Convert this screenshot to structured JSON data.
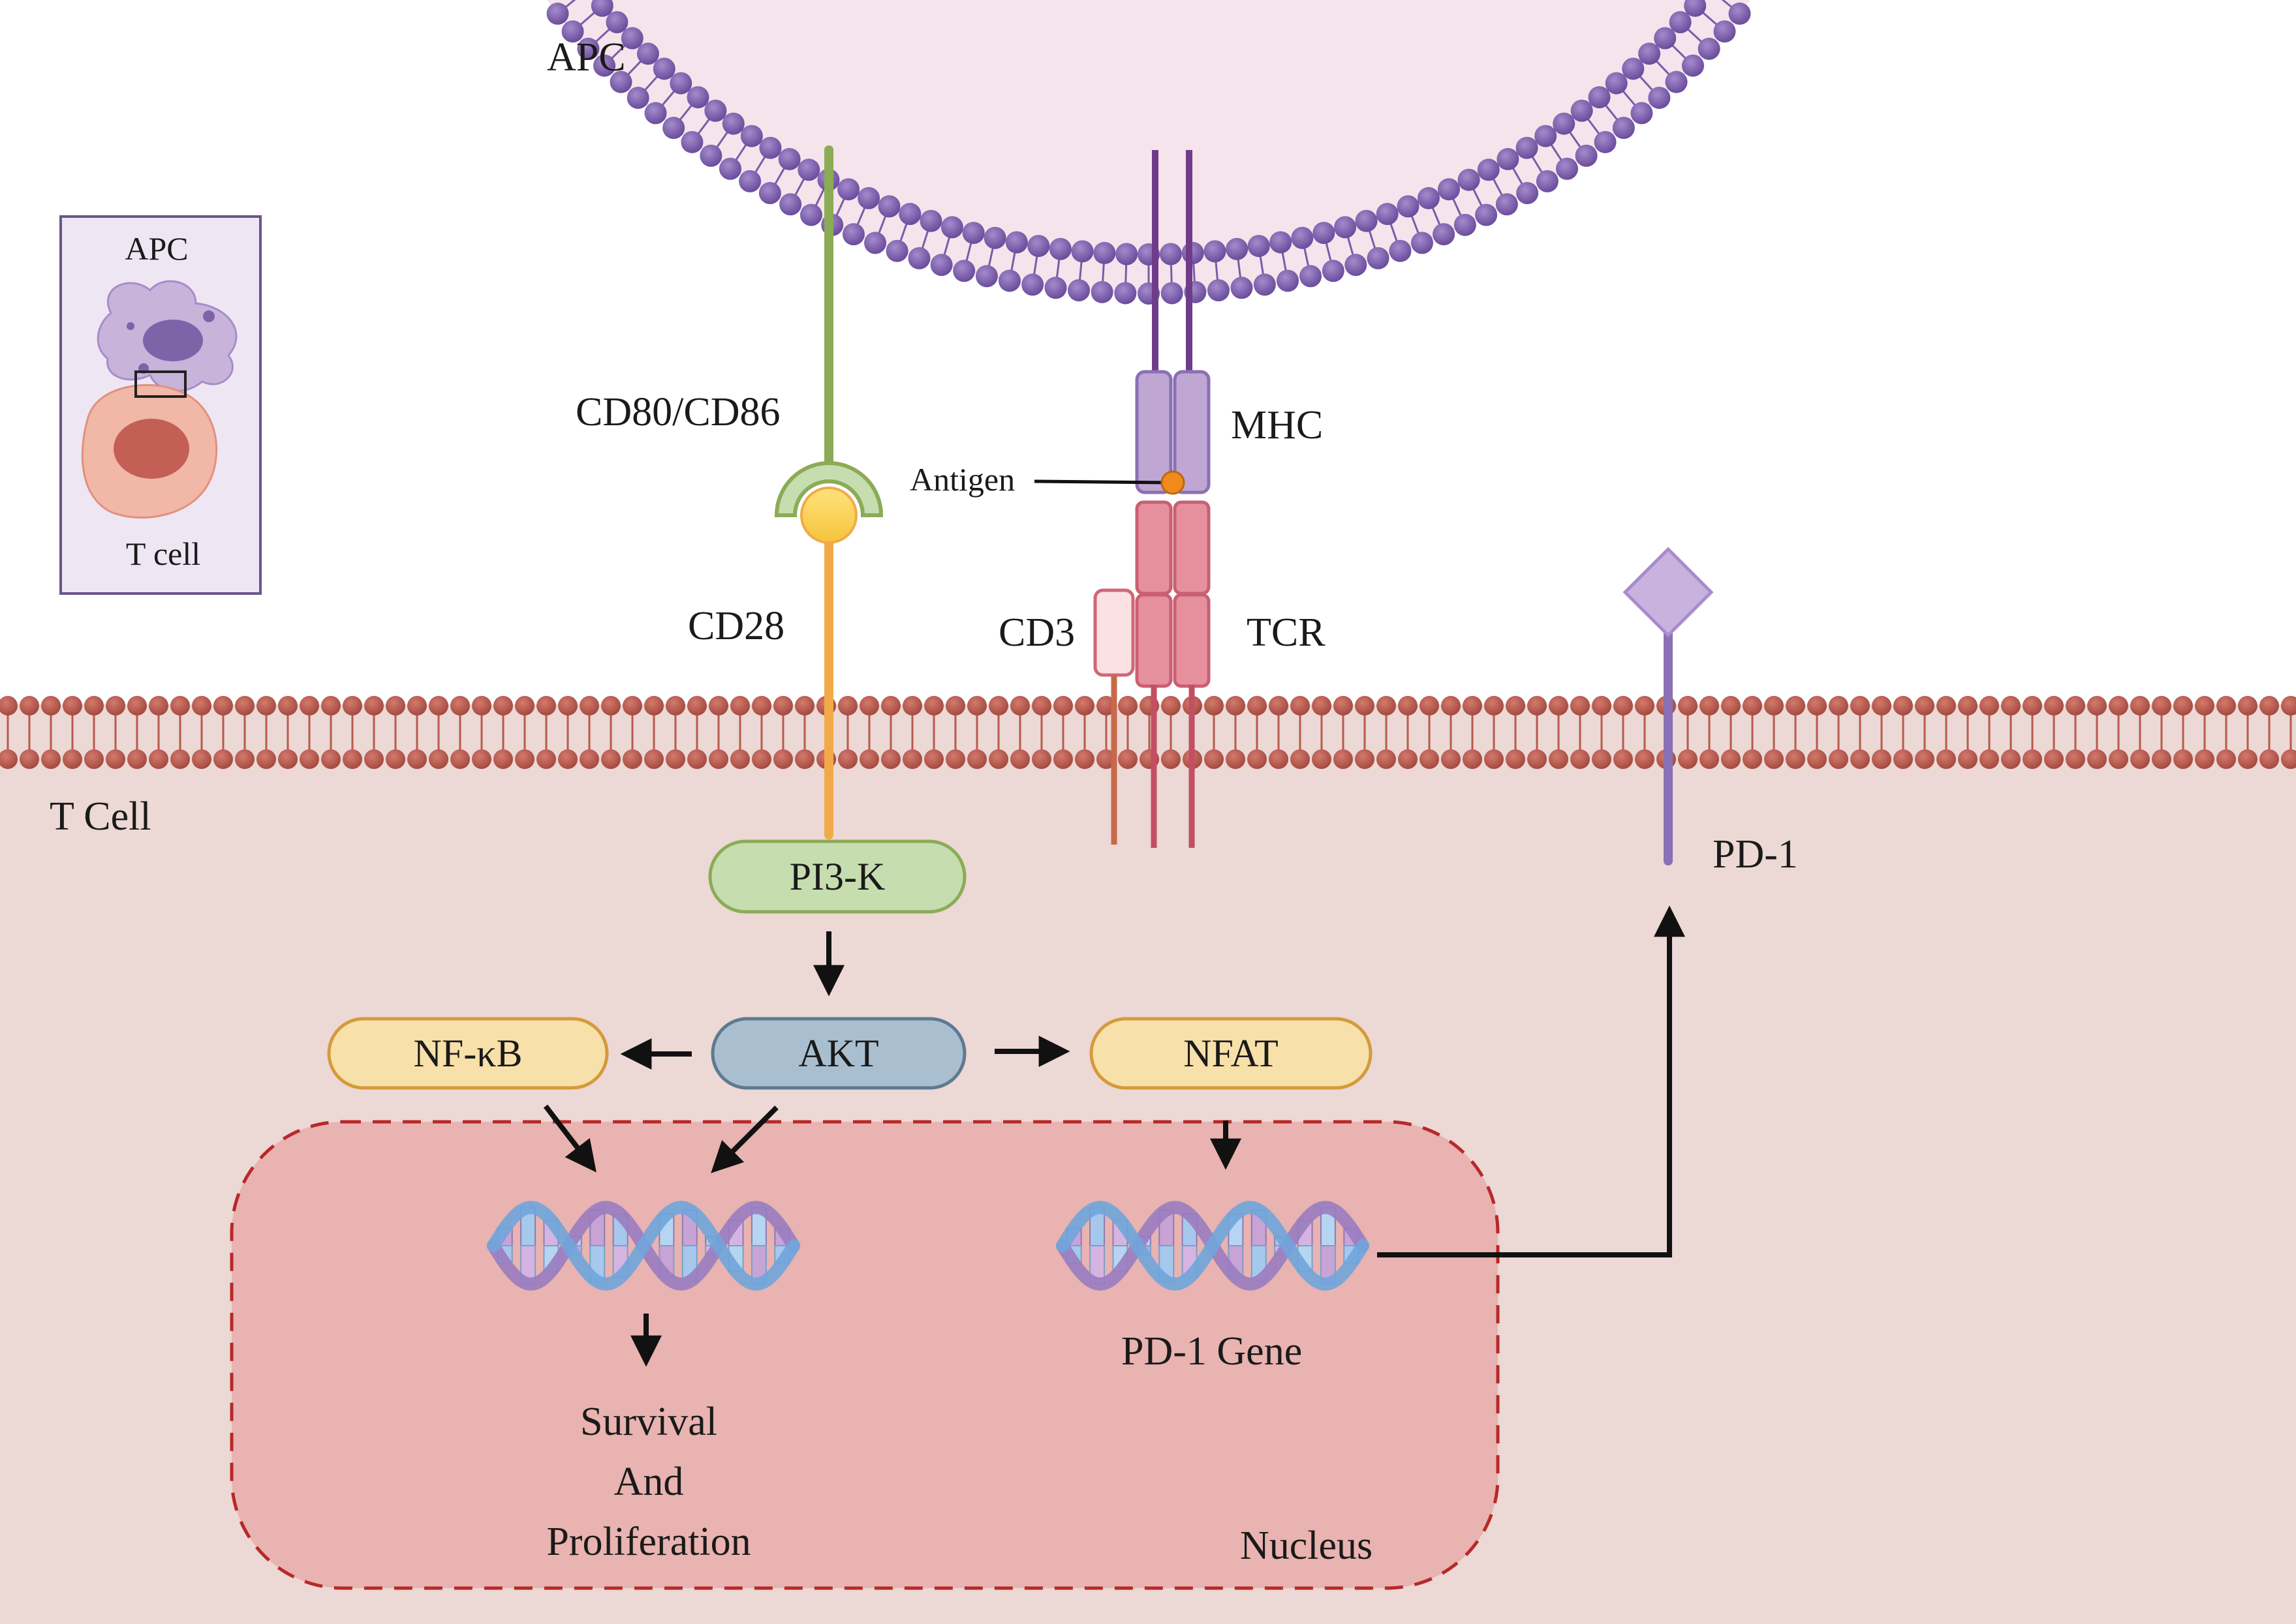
{
  "labels": {
    "apc_top": "APC",
    "t_cell": "T Cell",
    "cd80_cd86": "CD80/CD86",
    "cd28": "CD28",
    "mhc": "MHC",
    "antigen": "Antigen",
    "cd3": "CD3",
    "tcr": "TCR",
    "pd1": "PD-1",
    "pd1_gene": "PD-1 Gene",
    "nucleus": "Nucleus",
    "outcome_line1": "Survival",
    "outcome_line2": "And",
    "outcome_line3": "Proliferation"
  },
  "nodes": {
    "pi3k": "PI3-K",
    "akt": "AKT",
    "nfkb": "NF-κB",
    "nfat": "NFAT"
  },
  "inset": {
    "apc_label": "APC",
    "tcell_label": "T cell"
  },
  "colors": {
    "apc_fill": "#f5e4ec",
    "apc_lipid": "#7b5ba8",
    "tcell_fill": "#ecd8d4",
    "tcell_lipid": "#b85a4e",
    "nucleus_fill": "#e8b3b0",
    "nucleus_border": "#b8282a",
    "pi3k_fill": "#c6ddb0",
    "akt_fill": "#a9bfcf",
    "nf_fill": "#f7e0a9",
    "cd80_green": "#8cab55",
    "cd28_orange": "#f2aa48",
    "mhc_purple": "#c0a6d2",
    "tcr_pink": "#e6909e",
    "pd1_purple": "#8a70b4"
  }
}
